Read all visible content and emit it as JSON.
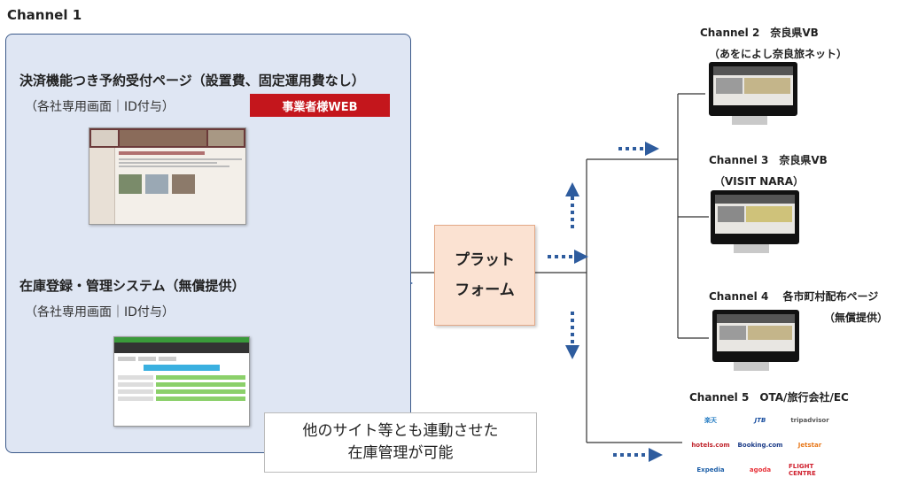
{
  "channel1": {
    "title": "Channel 1",
    "booking": {
      "heading": "決済機能つき予約受付ページ（設置費、固定運用費なし）",
      "sub": "（各社専用画面｜ID付与）",
      "badge": "事業者様WEB"
    },
    "inventory": {
      "heading": "在庫登録・管理システム（無償提供）",
      "sub": "（各社専用画面｜ID付与）"
    }
  },
  "platform": {
    "line1": "プラット",
    "line2": "フォーム"
  },
  "note": {
    "line1": "他のサイト等とも連動させた",
    "line2": "在庫管理が可能"
  },
  "channel2": {
    "line1": "Channel 2　奈良県VB",
    "line2": "（あをによし奈良旅ネット）"
  },
  "channel3": {
    "line1": "Channel 3　奈良県VB",
    "line2": "（VISIT NARA）"
  },
  "channel4": {
    "line1": "Channel 4　 各市町村配布ページ",
    "line2": "（無償提供）"
  },
  "channel5": {
    "title": "Channel 5　OTA/旅行会社/EC",
    "logos": [
      "楽天",
      "JTB",
      "tripadvisor",
      "hotels.com",
      "Booking.com",
      "Jetstar",
      "Expedia",
      "agoda",
      "FLIGHT CENTRE"
    ]
  },
  "colors": {
    "arrow": "#2e5c9e",
    "line": "#333333",
    "panel": "#dfe6f3",
    "platform": "#fbe2d2",
    "badge": "#c4161c"
  }
}
